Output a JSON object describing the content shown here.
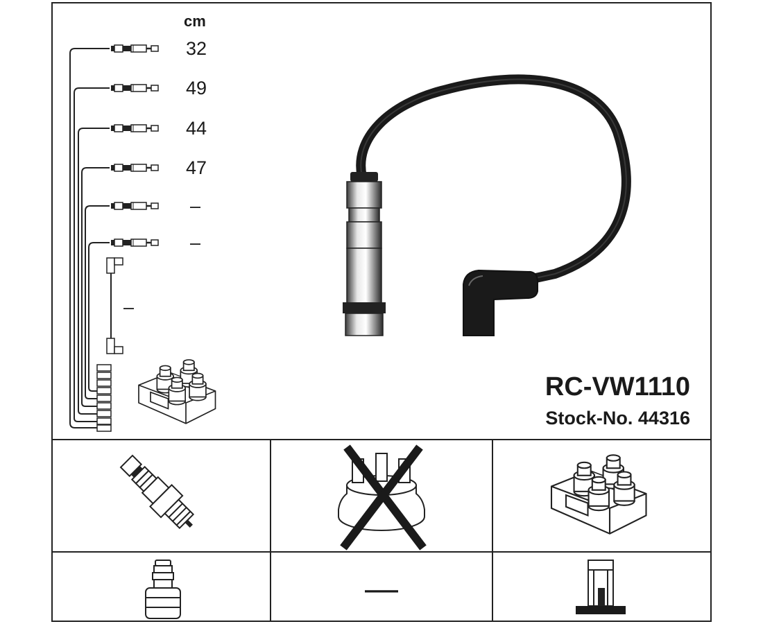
{
  "header": {
    "unit_label": "cm"
  },
  "cable_set": {
    "lengths": [
      "32",
      "49",
      "44",
      "47",
      "–",
      "–"
    ],
    "coil_lead_length": "–"
  },
  "product": {
    "code": "RC-VW1110",
    "stock_number": "Stock-No. 44316"
  },
  "legend": {
    "spark_plug": {
      "icon": "spark-plug-icon"
    },
    "distributor_cap": {
      "icon": "distributor-cap-icon",
      "crossed_out": true
    },
    "ignition_coil": {
      "icon": "ignition-coil-icon"
    },
    "plug_connector": {
      "icon": "plug-connector-icon"
    },
    "dash_value": "—",
    "terminal": {
      "icon": "terminal-icon"
    }
  }
}
